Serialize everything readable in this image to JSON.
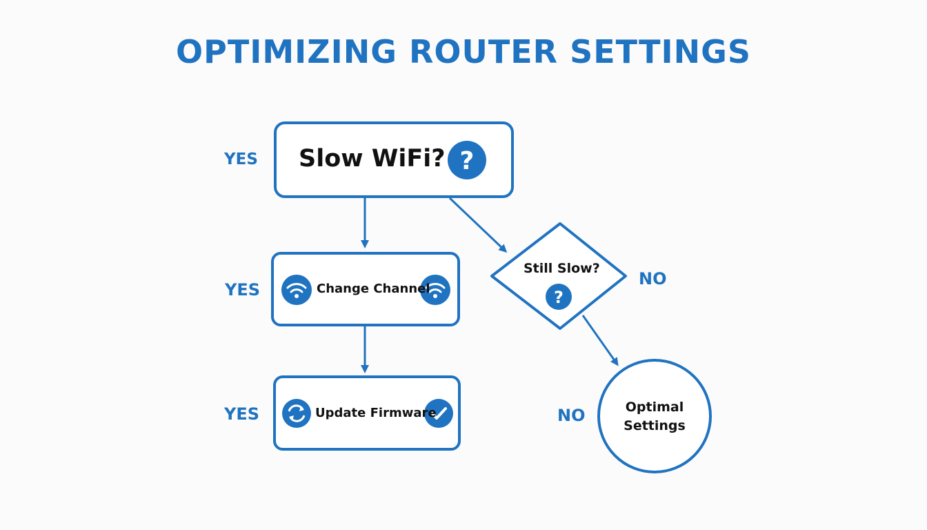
{
  "title": "OPTIMIZING ROUTER SETTINGS",
  "colors": {
    "accent": "#1f73c0",
    "text": "#111111",
    "background": "#fbfbfb"
  },
  "nodes": {
    "slow_wifi": {
      "label": "Slow WiFi?",
      "icon": "question-icon"
    },
    "change_channel": {
      "label": "Change Channel",
      "icons": [
        "wifi-icon",
        "wifi-icon"
      ]
    },
    "update_firmware": {
      "label": "Update Firmware",
      "icons": [
        "refresh-icon",
        "check-icon"
      ]
    },
    "still_slow": {
      "label": "Still Slow?",
      "icon": "question-icon"
    },
    "optimal": {
      "line1": "Optimal",
      "line2": "Settings"
    }
  },
  "edge_labels": {
    "yes_1": "YES",
    "yes_2": "YES",
    "yes_3": "YES",
    "no_1": "NO",
    "no_2": "NO"
  }
}
